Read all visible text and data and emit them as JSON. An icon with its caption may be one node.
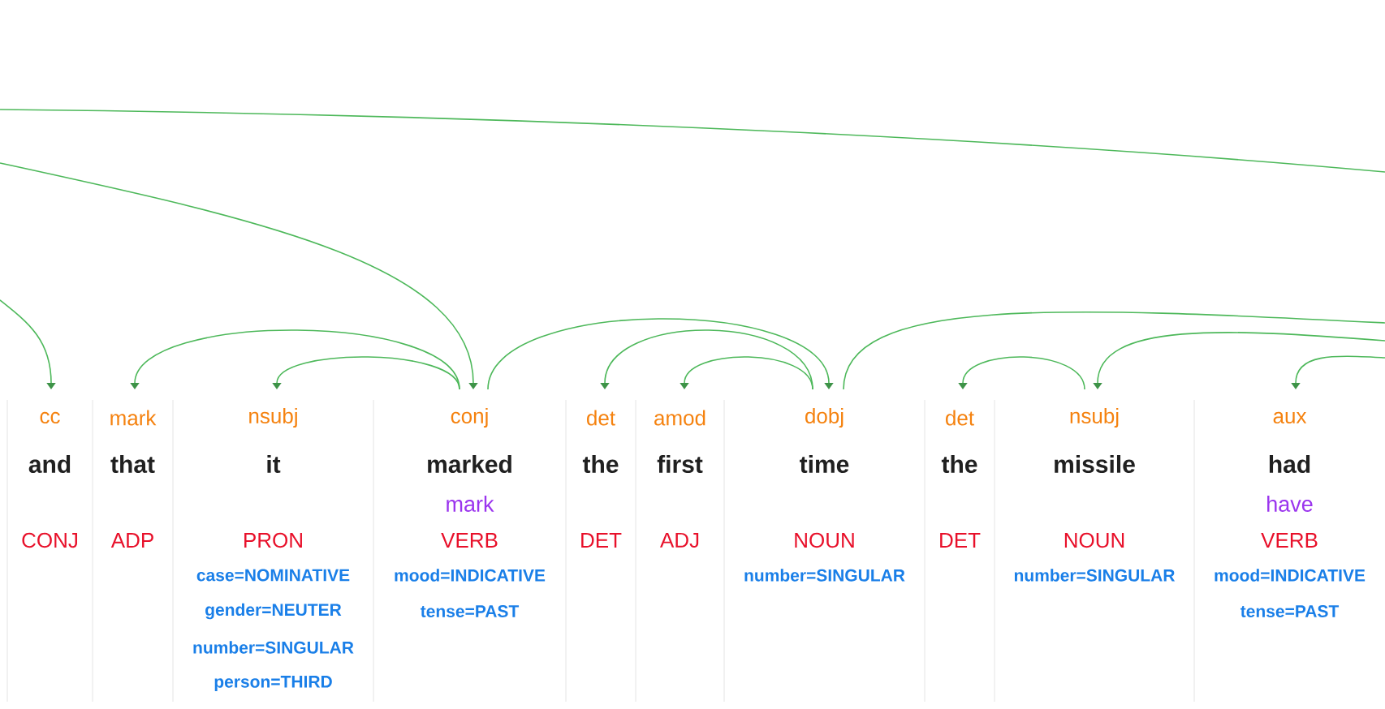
{
  "diagram": {
    "nodes": [
      {
        "text": [
          "cc",
          "and",
          "CONJ"
        ]
      },
      {
        "text": [
          "mark",
          "that",
          "ADP"
        ]
      },
      {
        "text": [
          "nsubj",
          "it",
          "PRON",
          "case=NOMINATIVE",
          "gender=NEUTER",
          "number=SINGULAR",
          "person=THIRD"
        ]
      },
      {
        "text": [
          "conj",
          "marked",
          "mark",
          "VERB",
          "mood=INDICATIVE",
          "tense=PAST"
        ]
      },
      {
        "text": [
          "det",
          "the",
          "DET"
        ]
      },
      {
        "text": [
          "amod",
          "first",
          "ADJ"
        ]
      },
      {
        "text": [
          "dobj",
          "time",
          "NOUN",
          "number=SINGULAR"
        ]
      },
      {
        "text": [
          "det",
          "the",
          "DET"
        ]
      },
      {
        "text": [
          "nsubj",
          "missile",
          "NOUN",
          "number=SINGULAR"
        ]
      },
      {
        "text": [
          "aux",
          "had",
          "have",
          "VERB",
          "mood=INDICATIVE",
          "tense=PAST"
        ]
      }
    ],
    "edges": [
      {
        "from": null,
        "to": 0,
        "arrow": "to"
      },
      {
        "from": 3,
        "to": 1,
        "arrow": "to"
      },
      {
        "from": 3,
        "to": 2,
        "arrow": "to"
      },
      {
        "from": null,
        "to": 3,
        "arrow": "to"
      },
      {
        "from": 3,
        "to": 6,
        "arrow": "to"
      },
      {
        "from": 6,
        "to": 4,
        "arrow": "to"
      },
      {
        "from": 6,
        "to": 5,
        "arrow": "to"
      },
      {
        "from": 6,
        "to": null,
        "arrow": "none"
      },
      {
        "from": 8,
        "to": 7,
        "arrow": "to"
      },
      {
        "from": null,
        "to": 8,
        "arrow": "to"
      },
      {
        "from": null,
        "to": 9,
        "arrow": "to"
      }
    ]
  }
}
